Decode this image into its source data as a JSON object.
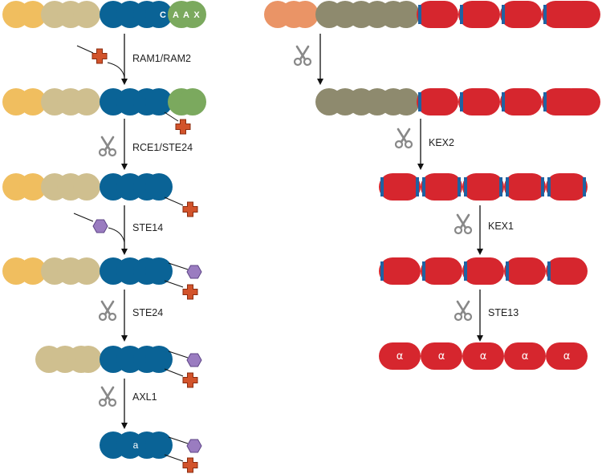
{
  "colors": {
    "yellow": "#F0BE5F",
    "beige": "#CFBF8F",
    "blue": "#0A6396",
    "green": "#7BA95E",
    "farnesyl": "#D2532B",
    "methyl": "#9A7CC0",
    "orange": "#EA9466",
    "olive": "#8E8A6E",
    "red": "#D6262E",
    "spacer": "#1F62A2",
    "scissors": "#888888"
  },
  "a_factor": {
    "caax_letters": [
      "C",
      "A",
      "A",
      "X"
    ],
    "mature_label": "a",
    "steps": [
      "RAM1/RAM2",
      "RCE1/STE24",
      "STE14",
      "STE24",
      "AXL1"
    ]
  },
  "alpha_factor": {
    "steps": [
      "KEX2",
      "KEX1",
      "STE13"
    ],
    "alpha_symbol": "α"
  },
  "icons": [
    "scissors-icon",
    "farnesyl-cross-icon",
    "methyl-hexagon-icon"
  ]
}
